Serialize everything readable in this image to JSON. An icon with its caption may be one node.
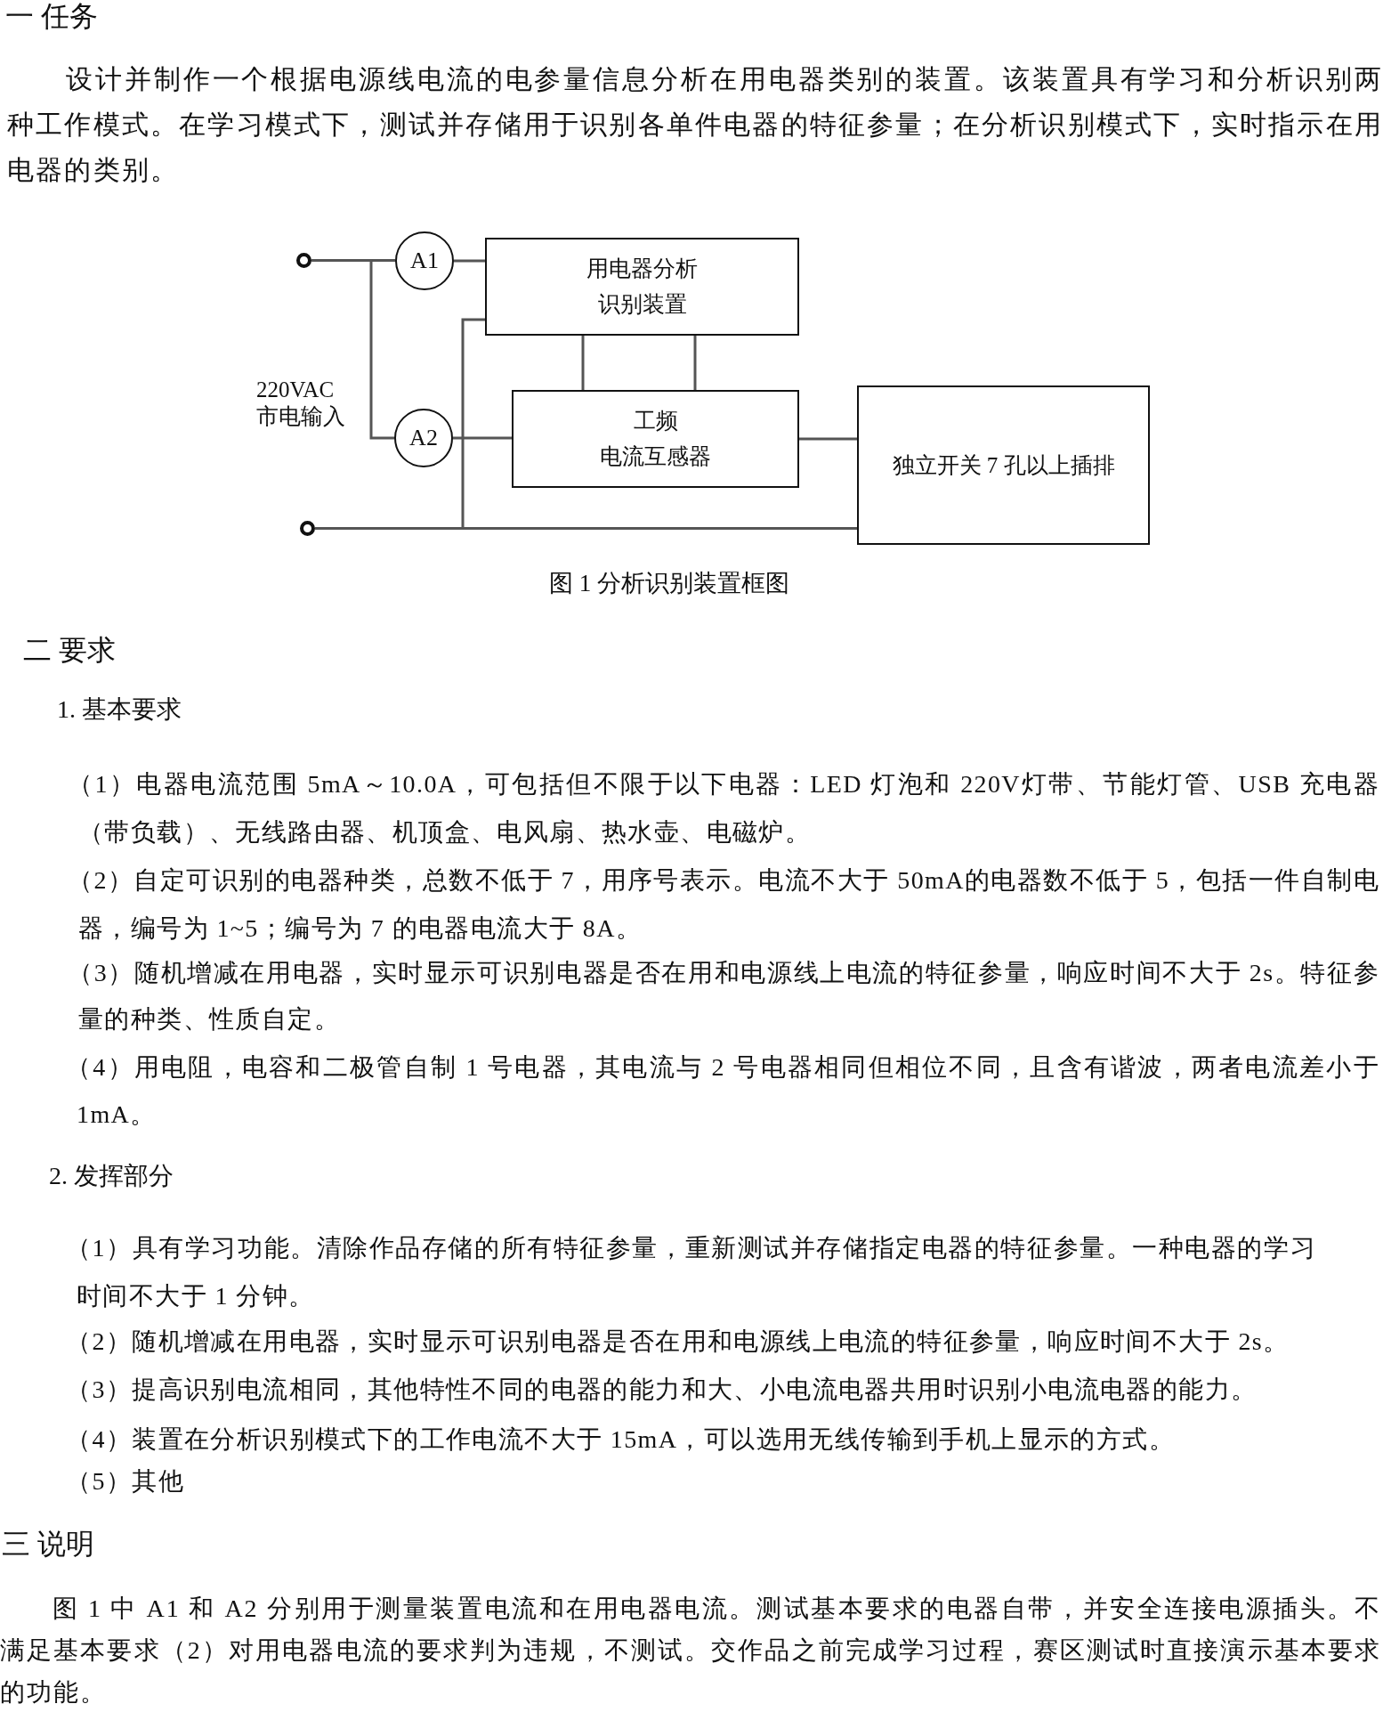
{
  "diagram": {
    "caption": "图 1 分析识别装置框图",
    "nodes": [
      {
        "text": [],
        "shape": "circle"
      },
      {
        "text": [],
        "shape": "circle"
      },
      {
        "text": [
          "A1"
        ]
      },
      {
        "text": [
          "A2"
        ]
      },
      {
        "text": [
          "用电器分析识别装置"
        ]
      },
      {
        "text": [
          "工频",
          "电流互感器"
        ]
      },
      {
        "text": [
          "独立开关 7 孔以上插排"
        ]
      }
    ],
    "edges": [
      {
        "from": 0,
        "to": 2,
        "arrow": "none"
      },
      {
        "from": 0,
        "to": 3,
        "arrow": "none"
      },
      {
        "from": 2,
        "to": 4,
        "arrow": "none"
      },
      {
        "from": 3,
        "to": 5,
        "arrow": "none"
      },
      {
        "from": 4,
        "to": 5,
        "arrow": "none"
      },
      {
        "from": 4,
        "to": 5,
        "arrow": "none"
      },
      {
        "from": 5,
        "to": 6,
        "arrow": "none"
      },
      {
        "from": 1,
        "to": 6,
        "arrow": "none"
      },
      {
        "from": 1,
        "to": 4,
        "arrow": "none"
      }
    ],
    "labels": [
      "一 任务",
      "设计并制作一个根据电源线电流的电参量信息分析在用电器类别的装置。该装置具有学习和分析识别两种工作模式。在学习模式下，测试并存储用于识别各单件电器的特征参量；在分析识别模式下，实时指示在用电器的类别。",
      "220VAC 市电输入",
      "二 要求",
      "1. 基本要求",
      "（1）电器电流范围 5mA～10.0A，可包括但不限于以下电器：LED 灯泡和 220V灯带、节能灯管、USB 充电器（带负载）、无线路由器、机顶盒、电风扇、热水壶、电磁炉。",
      "（2）自定可识别的电器种类，总数不低于 7，用序号表示。电流不大于 50mA的电器数不低于 5，包括一件自制电器，编号为 1~5；编号为 7 的电器电流大于 8A。",
      "（3）随机增减在用电器，实时显示可识别电器是否在用和电源线上电流的特征参量，响应时间不大于 2s。特征参量的种类、性质自定。",
      "（4）用电阻，电容和二极管自制 1 号电器，其电流与 2 号电器相同但相位不同，且含有谐波，两者电流差小于 1mA。",
      "2. 发挥部分",
      "（1）具有学习功能。清除作品存储的所有特征参量，重新测试并存储指定电器的特征参量。一种电器的学习时间不大于 1 分钟。",
      "（2）随机增减在用电器，实时显示可识别电器是否在用和电源线上电流的特征参量，响应时间不大于 2s。",
      "（3）提高识别电流相同，其他特性不同的电器的能力和大、小电流电器共用时识别小电流电器的能力。",
      "（4）装置在分析识别模式下的工作电流不大于 15mA，可以选用无线传输到手机上显示的方式。",
      "（5）其他",
      "三 说明",
      "图 1 中 A1 和 A2 分别用于测量装置电流和在用电器电流。测试基本要求的电器自带，并安全连接电源插头。不满足基本要求（2）对用电器电流的要求判为违规，不测试。交作品之前完成学习过程，赛区测试时直接演示基本要求的功能。"
    ]
  }
}
